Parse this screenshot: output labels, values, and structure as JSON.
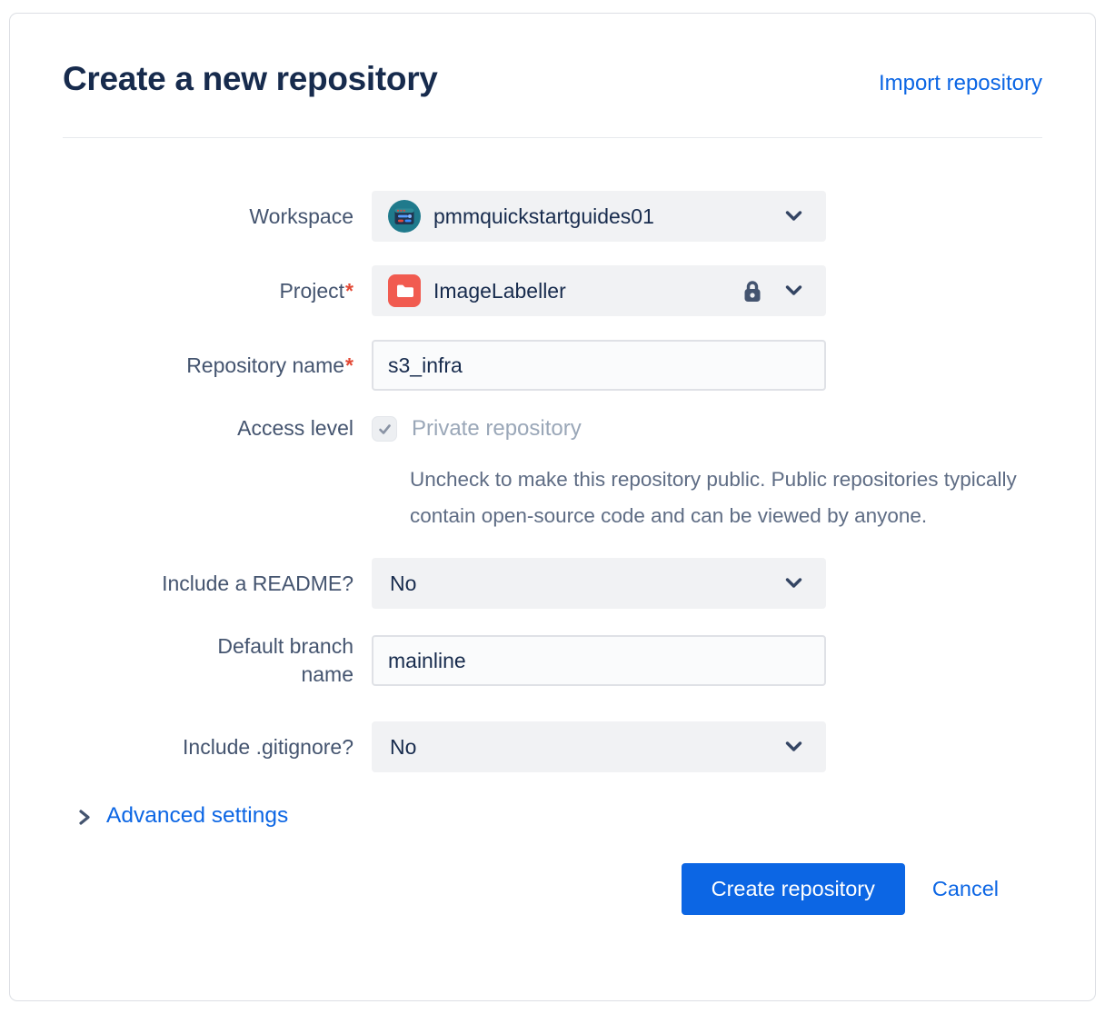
{
  "dialog": {
    "title": "Create a new repository",
    "import_link": "Import repository"
  },
  "form": {
    "workspace": {
      "label": "Workspace",
      "value": "pmmquickstartguides01"
    },
    "project": {
      "label": "Project",
      "required": "*",
      "value": "ImageLabeller"
    },
    "repo_name": {
      "label": "Repository name",
      "required": "*",
      "value": "s3_infra"
    },
    "access_level": {
      "label": "Access level",
      "checkbox_checked": true,
      "checkbox_label": "Private repository",
      "help": "Uncheck to make this repository public. Public repositories typically contain open-source code and can be viewed by anyone."
    },
    "readme": {
      "label": "Include a README?",
      "value": "No"
    },
    "default_branch": {
      "label": "Default branch name",
      "value": "mainline"
    },
    "gitignore": {
      "label": "Include .gitignore?",
      "value": "No"
    },
    "advanced": {
      "label": "Advanced settings"
    }
  },
  "actions": {
    "create": "Create repository",
    "cancel": "Cancel"
  },
  "icons": {
    "workspace_avatar": "workspace-avatar (teal circle with app window)",
    "project_avatar": "red folder tile",
    "lock": "lock-icon",
    "chevron_down": "chevron-down-icon",
    "chevron_right": "chevron-right-icon",
    "checkmark": "check-icon"
  },
  "colors": {
    "accent_blue": "#0C66E4",
    "title_text": "#172B4D",
    "label_text": "#44546F",
    "help_text": "#5E6C84",
    "disabled_text": "#9AA7B8",
    "select_bg": "#F1F2F4",
    "input_bg": "#FAFBFC",
    "input_border": "#DFE1E6",
    "required_red": "#E34935",
    "project_icon_red": "#F15B50",
    "avatar_teal": "#1F7A8C"
  }
}
